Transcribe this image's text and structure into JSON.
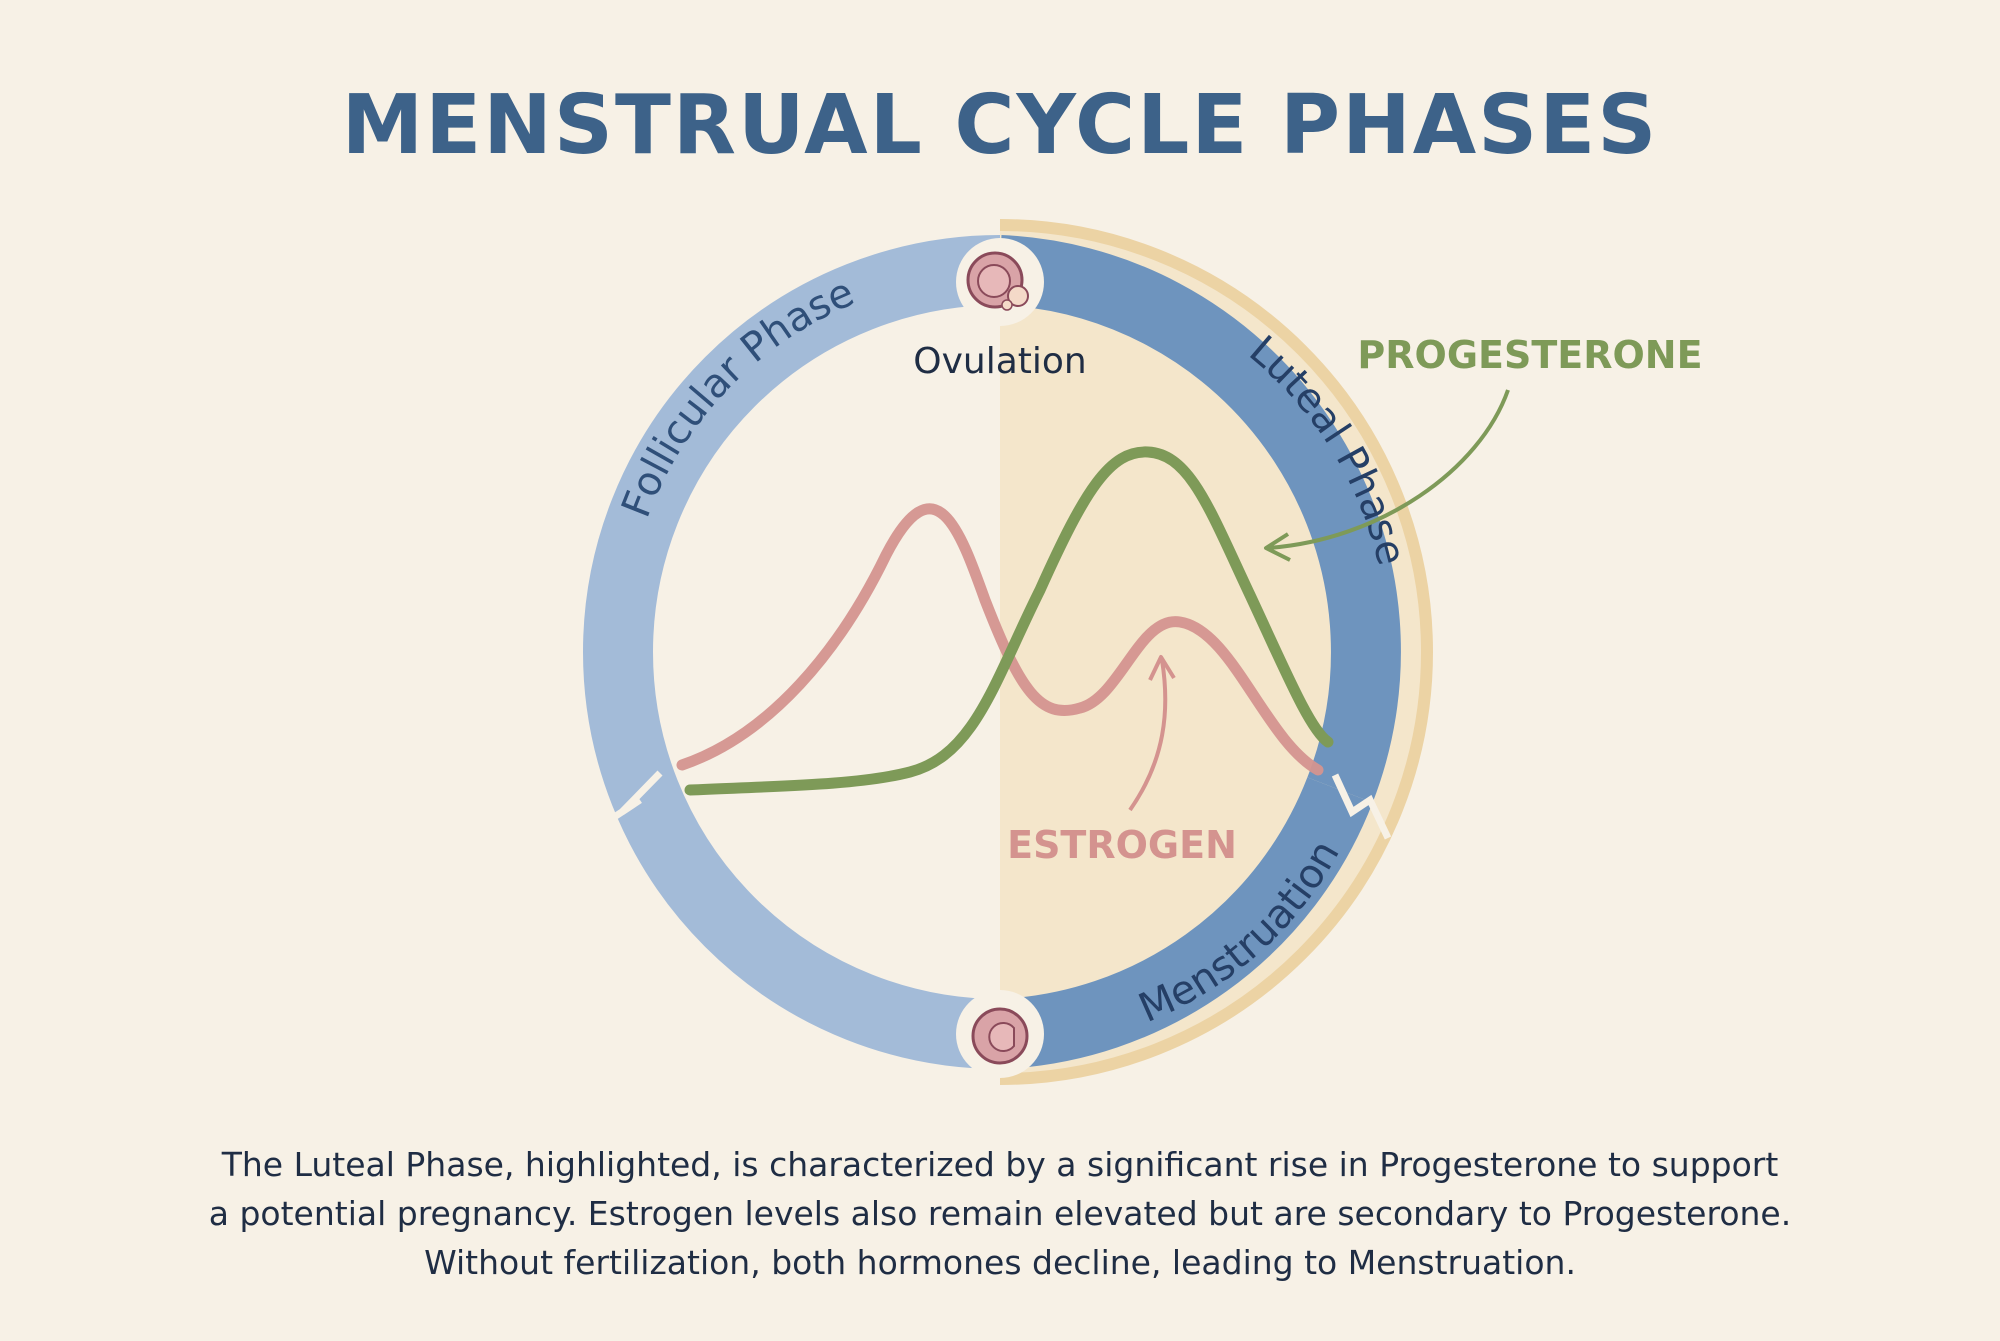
{
  "title": "MENSTRUAL CYCLE PHASES",
  "phases": {
    "follicular": "Follicular Phase",
    "ovulation": "Ovulation",
    "luteal": "Luteal Phase",
    "menstruation": "Menstruation",
    "highlighted": "Luteal Phase"
  },
  "hormones": {
    "progesterone": {
      "label": "PROGESTERONE",
      "color": "#7e9a58"
    },
    "estrogen": {
      "label": "ESTROGEN",
      "color": "#d4938f"
    }
  },
  "colors": {
    "ring_light": "#a3bbd8",
    "ring_dark": "#6e94be",
    "highlight": "#f3e4c6",
    "title": "#3d6289",
    "text": "#1f2d44"
  },
  "caption": [
    "The Luteal Phase, highlighted, is characterized by a significant rise in Progesterone to support",
    "a potential pregnancy. Estrogen levels also remain elevated but are secondary to Progesterone.",
    "Without fertilization, both hormones decline, leading to Menstruation."
  ]
}
